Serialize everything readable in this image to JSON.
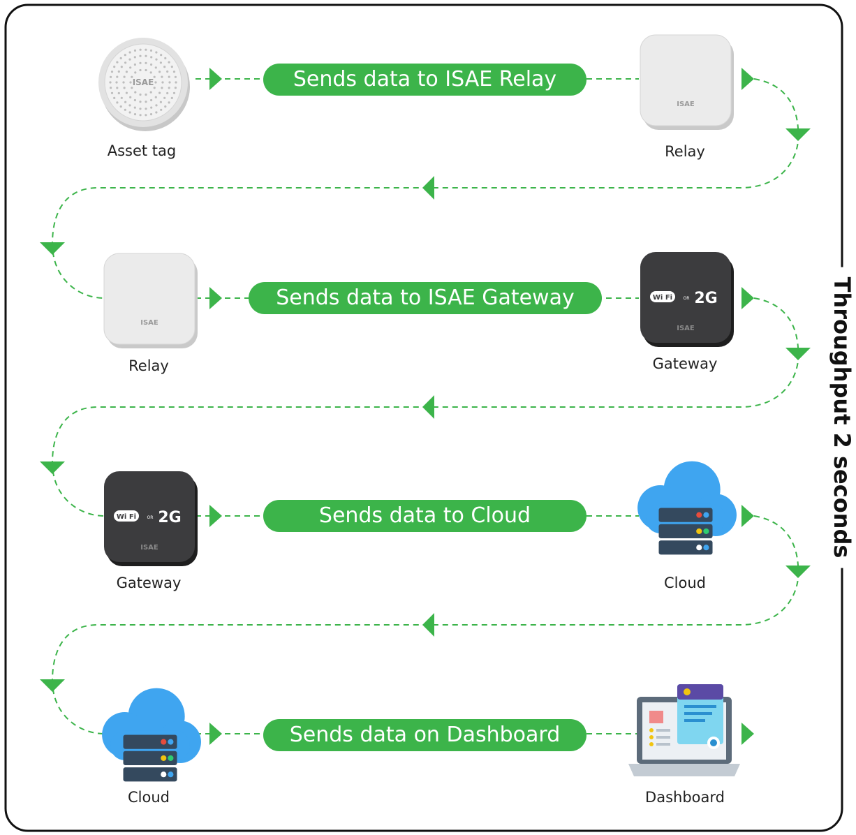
{
  "throughput_label": "Throughput 2 seconds",
  "colors": {
    "accent": "#3cb44a",
    "border": "#111111",
    "device_light": "#ebebeb",
    "device_dark": "#3c3c3e",
    "cloud": "#3fa5f0",
    "server": "#34495e"
  },
  "steps": [
    {
      "message": "Sends data to ISAE Relay",
      "from": {
        "label": "Asset tag",
        "icon": "asset-tag-icon"
      },
      "to": {
        "label": "Relay",
        "icon": "relay-icon"
      }
    },
    {
      "message": "Sends data to ISAE Gateway",
      "from": {
        "label": "Relay",
        "icon": "relay-icon"
      },
      "to": {
        "label": "Gateway",
        "icon": "gateway-icon"
      }
    },
    {
      "message": "Sends data to Cloud",
      "from": {
        "label": "Gateway",
        "icon": "gateway-icon"
      },
      "to": {
        "label": "Cloud",
        "icon": "cloud-server-icon"
      }
    },
    {
      "message": "Sends data on Dashboard",
      "from": {
        "label": "Cloud",
        "icon": "cloud-server-icon"
      },
      "to": {
        "label": "Dashboard",
        "icon": "dashboard-icon"
      }
    }
  ],
  "device_text": {
    "brand": "ISAE",
    "wifi": "Wi Fi",
    "or": "OR",
    "cellular": "2G"
  }
}
